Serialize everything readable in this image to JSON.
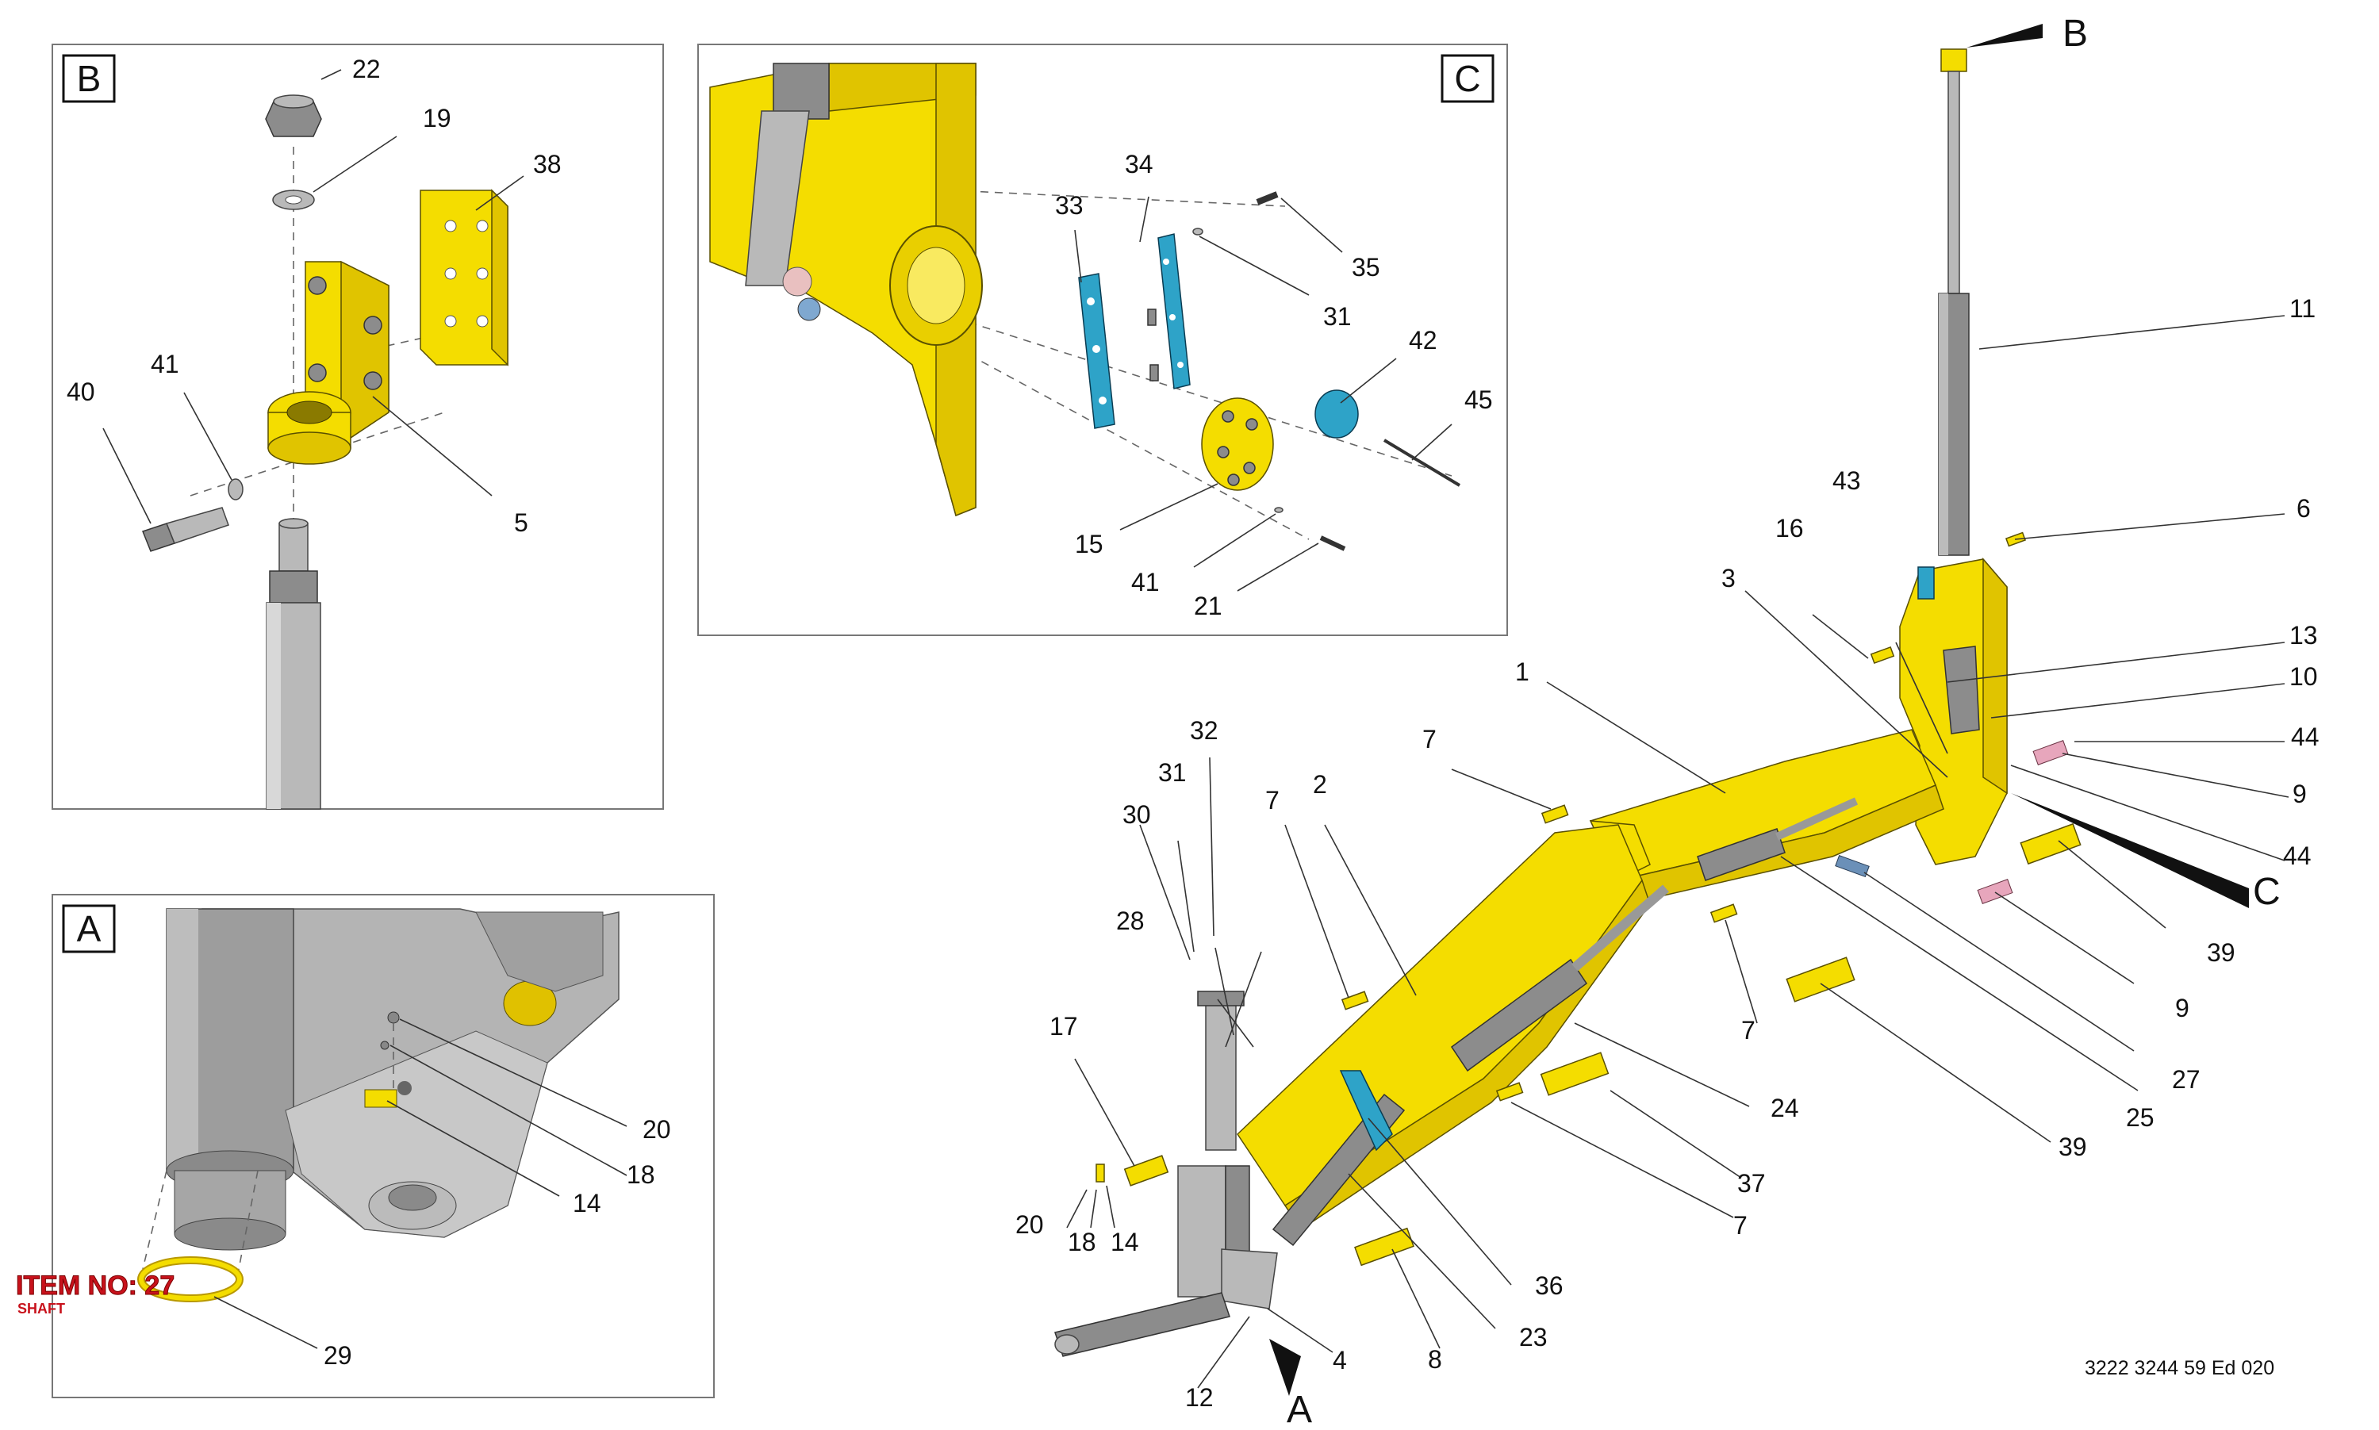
{
  "panels": {
    "B": {
      "letter": "B",
      "callouts": [
        "22",
        "19",
        "38",
        "40",
        "41",
        "5"
      ]
    },
    "C": {
      "letter": "C",
      "callouts": [
        "34",
        "33",
        "35",
        "31",
        "42",
        "45",
        "15",
        "41",
        "21"
      ]
    },
    "A": {
      "letter": "A",
      "callouts": [
        "20",
        "18",
        "14",
        "29"
      ]
    }
  },
  "main": {
    "callouts": [
      "1",
      "2",
      "3",
      "4",
      "6",
      "7",
      "7",
      "7",
      "7",
      "8",
      "9",
      "9",
      "10",
      "11",
      "12",
      "13",
      "14",
      "16",
      "17",
      "18",
      "20",
      "23",
      "24",
      "25",
      "27",
      "28",
      "30",
      "31",
      "32",
      "36",
      "37",
      "39",
      "39",
      "43",
      "44",
      "44"
    ],
    "view_markers": [
      "A",
      "B",
      "C"
    ]
  },
  "item_label": {
    "title": "ITEM NO: 27",
    "subtitle": "SHAFT"
  },
  "doc_number": "3222 3244 59 Ed 020"
}
